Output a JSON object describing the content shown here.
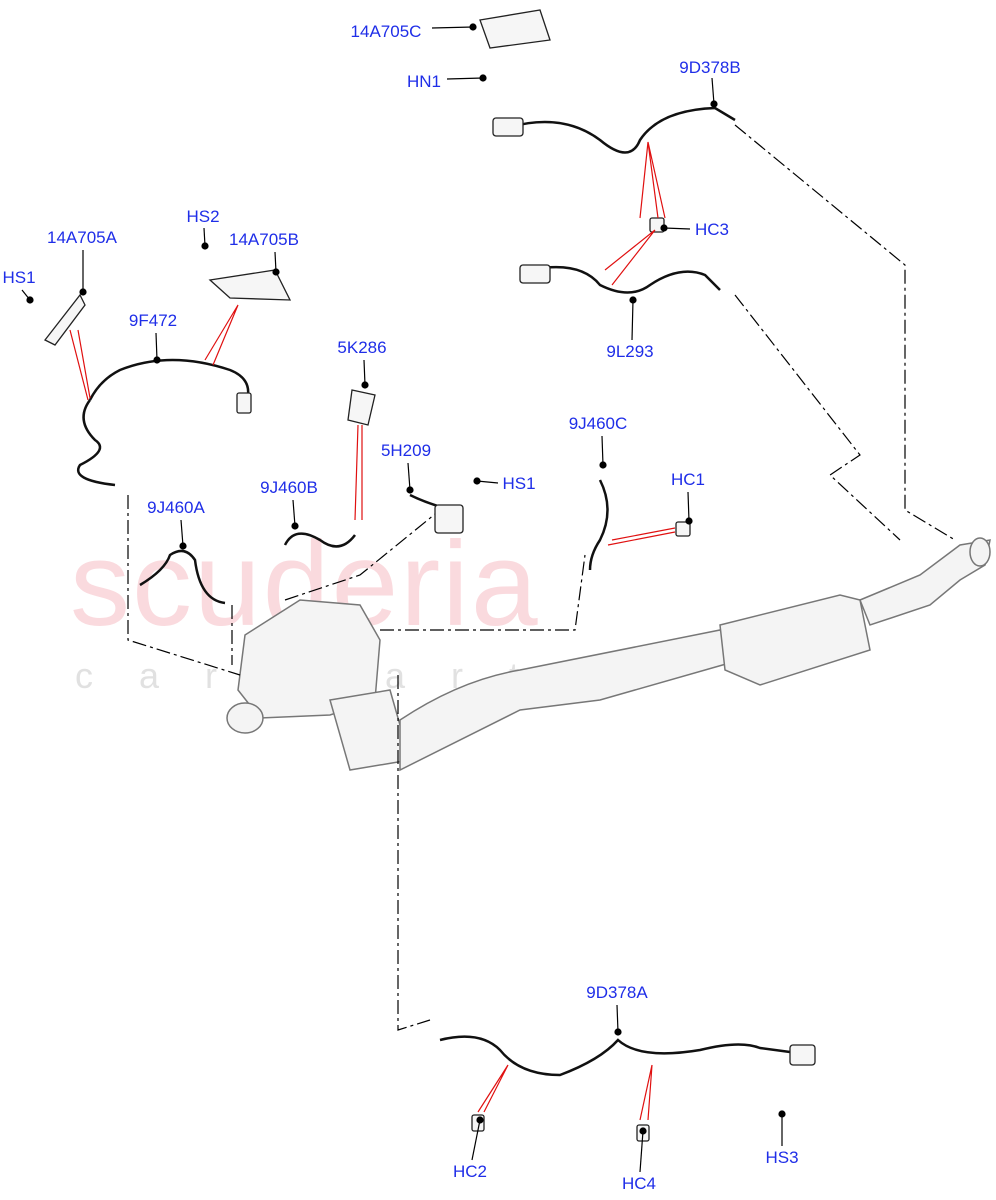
{
  "watermark": {
    "brand": "scuderia",
    "sub": "car parts"
  },
  "colors": {
    "label": "#1f2ee8",
    "leader": "#000000",
    "pointer": "#e01010",
    "part": "#777777"
  },
  "labels": [
    {
      "id": "14A705C",
      "text": "14A705C"
    },
    {
      "id": "HN1",
      "text": "HN1"
    },
    {
      "id": "9D378B",
      "text": "9D378B"
    },
    {
      "id": "HC3",
      "text": "HC3"
    },
    {
      "id": "9L293",
      "text": "9L293"
    },
    {
      "id": "14A705A",
      "text": "14A705A"
    },
    {
      "id": "HS2",
      "text": "HS2"
    },
    {
      "id": "14A705B",
      "text": "14A705B"
    },
    {
      "id": "HS1a",
      "text": "HS1"
    },
    {
      "id": "9F472",
      "text": "9F472"
    },
    {
      "id": "5K286",
      "text": "5K286"
    },
    {
      "id": "9J460C",
      "text": "9J460C"
    },
    {
      "id": "5H209",
      "text": "5H209"
    },
    {
      "id": "HS1b",
      "text": "HS1"
    },
    {
      "id": "HC1",
      "text": "HC1"
    },
    {
      "id": "9J460B",
      "text": "9J460B"
    },
    {
      "id": "9J460A",
      "text": "9J460A"
    },
    {
      "id": "9D378A",
      "text": "9D378A"
    },
    {
      "id": "HC2",
      "text": "HC2"
    },
    {
      "id": "HC4",
      "text": "HC4"
    },
    {
      "id": "HS3",
      "text": "HS3"
    }
  ]
}
